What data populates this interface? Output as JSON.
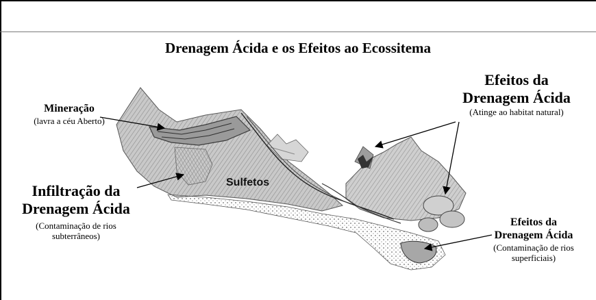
{
  "title": "Drenagem Ácida e os Efeitos ao Ecossitema",
  "labels": {
    "mineracao": {
      "title": "Mineração",
      "sub": "(lavra a céu Aberto)"
    },
    "infiltracao": {
      "title_l1": "Infiltração da",
      "title_l2": "Drenagem Ácida",
      "sub_l1": "(Contaminação de rios",
      "sub_l2": "subterrâneos)"
    },
    "efeitos_top": {
      "title_l1": "Efeitos da",
      "title_l2": "Drenagem Ácida",
      "sub": "(Atinge ao habitat natural)"
    },
    "efeitos_bottom": {
      "title_l1": "Efeitos da",
      "title_l2": "Drenagem Ácida",
      "sub_l1": "(Contaminação de rios",
      "sub_l2": "superficiais)"
    },
    "sulfetos": "Sulfetos"
  },
  "colors": {
    "ink": "#000000",
    "shade": "#b9b9b9",
    "dark_shade": "#6f6f6f",
    "rule": "#7a7a7a"
  }
}
